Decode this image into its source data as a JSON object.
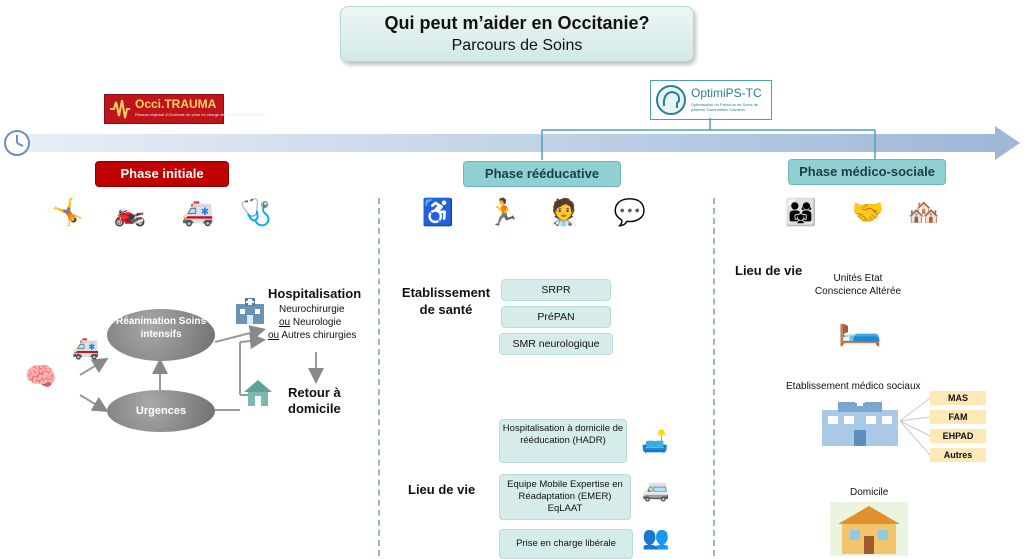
{
  "header": {
    "title": "Qui peut m’aider en Occitanie?",
    "subtitle": "Parcours de Soins"
  },
  "logos": {
    "occi_trauma": {
      "name": "Occi.TRAUMA",
      "tagline": "Réseau régional d'Occitanie de prise en charge des traumatisés sévères"
    },
    "optimips": {
      "name": "OptimiPS-TC",
      "tagline": "Optimisation du Parcours de Soins de patients Traumatisés Crâniens"
    }
  },
  "phases": {
    "initial": "Phase initiale",
    "reeducative": "Phase rééducative",
    "medico_social": "Phase médico-sociale"
  },
  "initial": {
    "reanimation": "Réanimation Soins intensifs",
    "urgences": "Urgences",
    "hospitalisation": {
      "title": "Hospitalisation",
      "l1": "Neurochirurgie",
      "l2a": "ou",
      "l2b": " Neurologie",
      "l3a": "ou",
      "l3b": " Autres chirurgies"
    },
    "retour": "Retour à domicile"
  },
  "reeducative": {
    "etablissement_label": "Etablissement de santé",
    "etablissements": [
      "SRPR",
      "PréPAN",
      "SMR neurologique"
    ],
    "lieu_label": "Lieu de vie",
    "lieux": [
      "Hospitalisation à domicile de rééducation (HADR)",
      "Equipe Mobile Expertise en Réadaptation (EMER) EqLAAT",
      "Prise en charge libérale"
    ]
  },
  "medico": {
    "lieu_label": "Lieu de vie",
    "ueca": "Unités Etat Conscience Altérée",
    "etab": "Etablissement médico sociaux",
    "tags": [
      "MAS",
      "FAM",
      "EHPAD",
      "Autres"
    ],
    "domicile": "Domicile"
  },
  "colors": {
    "accent_red": "#c00000",
    "accent_teal": "#8fd0d2",
    "timeline": "#9fb8d8"
  }
}
